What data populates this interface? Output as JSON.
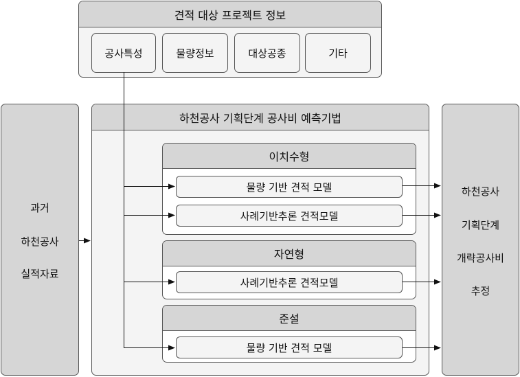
{
  "top_box": {
    "title": "견적 대상 프로젝트 정보",
    "items": [
      "공사특성",
      "물량정보",
      "대상공종",
      "기타"
    ]
  },
  "left_box": {
    "lines": [
      "과거",
      "하천공사",
      "실적자료"
    ]
  },
  "center_box": {
    "title": "하천공사 기획단계 공사비 예측기법",
    "groups": [
      {
        "title": "이치수형",
        "models": [
          "물량 기반 견적 모델",
          "사례기반추론 견적모델"
        ]
      },
      {
        "title": "자연형",
        "models": [
          "사례기반추론 견적모델"
        ]
      },
      {
        "title": "준설",
        "models": [
          "물량 기반 견적 모델"
        ]
      }
    ]
  },
  "right_box": {
    "lines": [
      "하천공사",
      "기획단계",
      "개략공사비",
      "추정"
    ]
  },
  "colors": {
    "header_fill": "#d6d6d6",
    "panel_fill": "#f4f4f4",
    "border": "#555555"
  }
}
